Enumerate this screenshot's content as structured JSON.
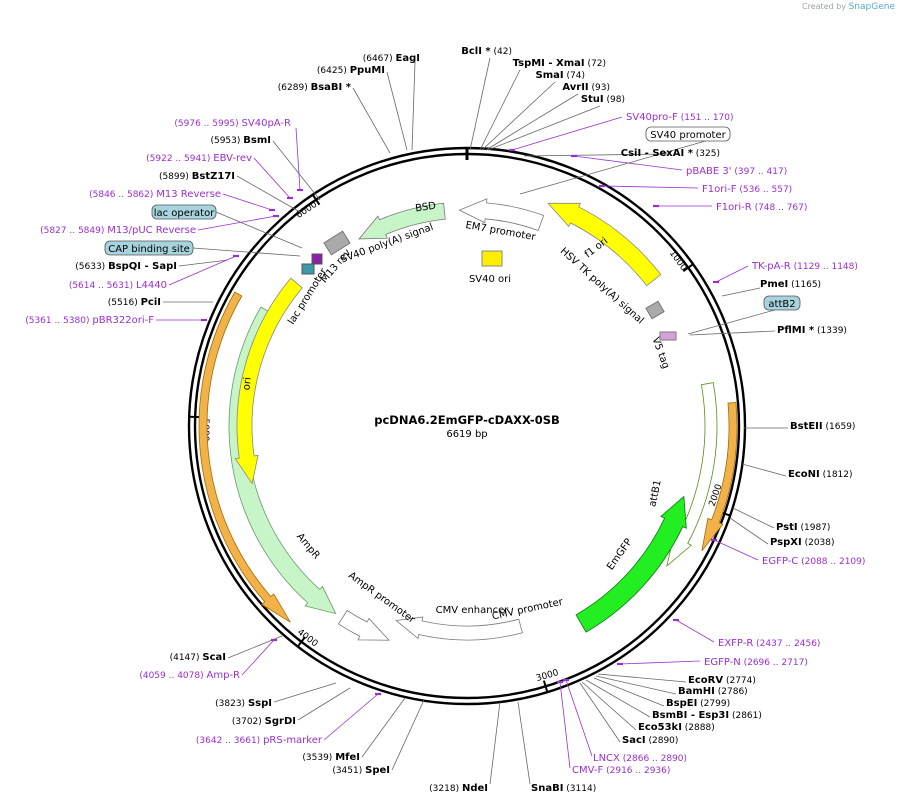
{
  "credit": {
    "prefix": "Created by",
    "brand": "SnapGene"
  },
  "plasmid": {
    "name": "pcDNA6.2EmGFP-cDAXX-0SB",
    "length_label": "6619 bp"
  },
  "ticks": [
    {
      "label": "1000"
    },
    {
      "label": "2000"
    },
    {
      "label": "3000"
    },
    {
      "label": "4000"
    },
    {
      "label": "5000"
    },
    {
      "label": "6000"
    }
  ],
  "enzymes": [
    {
      "name": "BclI *",
      "pos": "(42)"
    },
    {
      "name": "TspMI",
      "extra": "XmaI",
      "pos": "(72)"
    },
    {
      "name": "SmaI",
      "pos": "(74)"
    },
    {
      "name": "AvrII",
      "pos": "(93)"
    },
    {
      "name": "StuI",
      "pos": "(98)"
    },
    {
      "name": "CsiI",
      "extra": "SexAI *",
      "pos": "(325)"
    },
    {
      "name": "PmeI",
      "pos": "(1165)"
    },
    {
      "name": "PflMI *",
      "pos": "(1339)"
    },
    {
      "name": "BstEII",
      "pos": "(1659)"
    },
    {
      "name": "EcoNI",
      "pos": "(1812)"
    },
    {
      "name": "PstI",
      "pos": "(1987)"
    },
    {
      "name": "PspXI",
      "pos": "(2038)"
    },
    {
      "name": "EcoRV",
      "pos": "(2774)"
    },
    {
      "name": "BamHI",
      "pos": "(2786)"
    },
    {
      "name": "BspEI",
      "pos": "(2799)"
    },
    {
      "name": "BsmBI",
      "extra": "Esp3I",
      "pos": "(2861)"
    },
    {
      "name": "Eco53kI",
      "pos": "(2888)"
    },
    {
      "name": "SacI",
      "pos": "(2890)"
    },
    {
      "name": "SnaBI",
      "pos": "(3114)"
    },
    {
      "name": "NdeI",
      "pos": "(3218)"
    },
    {
      "name": "SpeI",
      "pos": "(3451)"
    },
    {
      "name": "MfeI",
      "pos": "(3539)"
    },
    {
      "name": "SgrDI",
      "pos": "(3702)"
    },
    {
      "name": "SspI",
      "pos": "(3823)"
    },
    {
      "name": "ScaI",
      "pos": "(4147)"
    },
    {
      "name": "PciI",
      "pos": "(5516)"
    },
    {
      "name": "BspQI",
      "extra": "SapI",
      "pos": "(5633)"
    },
    {
      "name": "BstZ17I",
      "pos": "(5899)"
    },
    {
      "name": "BsmI",
      "pos": "(5953)"
    },
    {
      "name": "BsaBI *",
      "pos": "(6289)"
    },
    {
      "name": "PpuMI",
      "pos": "(6425)"
    },
    {
      "name": "EagI",
      "pos": "(6467)"
    }
  ],
  "primers": [
    {
      "name": "SV40pro-F",
      "range": "(151 .. 170)"
    },
    {
      "name": "pBABE 3'",
      "range": "(397 .. 417)"
    },
    {
      "name": "F1ori-F",
      "range": "(536 .. 557)"
    },
    {
      "name": "F1ori-R",
      "range": "(748 .. 767)"
    },
    {
      "name": "TK-pA-R",
      "range": "(1129 .. 1148)"
    },
    {
      "name": "EGFP-C",
      "range": "(2088 .. 2109)"
    },
    {
      "name": "EXFP-R",
      "range": "(2437 .. 2456)"
    },
    {
      "name": "EGFP-N",
      "range": "(2696 .. 2717)"
    },
    {
      "name": "LNCX",
      "range": "(2866 .. 2890)"
    },
    {
      "name": "CMV-F",
      "range": "(2916 .. 2936)"
    },
    {
      "name": "pRS-marker",
      "range": "(3642 .. 3661)"
    },
    {
      "name": "Amp-R",
      "range": "(4059 .. 4078)"
    },
    {
      "name": "pBR322ori-F",
      "range": "(5361 .. 5380)"
    },
    {
      "name": "L4440",
      "range": "(5614 .. 5631)"
    },
    {
      "name": "M13/pUC Reverse",
      "range": "(5827 .. 5849)"
    },
    {
      "name": "M13 Reverse",
      "range": "(5846 .. 5862)"
    },
    {
      "name": "EBV-rev",
      "range": "(5922 .. 5941)"
    },
    {
      "name": "SV40pA-R",
      "range": "(5976 .. 5995)"
    }
  ],
  "boxed_features": [
    {
      "name": "SV40 promoter"
    },
    {
      "name": "attB2"
    },
    {
      "name": "lac operator"
    },
    {
      "name": "CAP binding site"
    }
  ],
  "features": [
    {
      "name": "f1 ori"
    },
    {
      "name": "HSV TK poly(A) signal"
    },
    {
      "name": "EM7 promoter"
    },
    {
      "name": "BSD"
    },
    {
      "name": "SV40 poly(A) signal"
    },
    {
      "name": "SV40 ori"
    },
    {
      "name": "V5 tag"
    },
    {
      "name": "attB1"
    },
    {
      "name": "EmGFP"
    },
    {
      "name": "CMV enhancer"
    },
    {
      "name": "CMV promoter"
    },
    {
      "name": "AmpR promoter"
    },
    {
      "name": "AmpR"
    },
    {
      "name": "ori"
    },
    {
      "name": "lac promoter"
    },
    {
      "name": "M13 rev"
    }
  ],
  "colors": {
    "enzyme_text": "#000000",
    "primer": "#9a2fd0",
    "backbone": "#000000",
    "ori_fill": "#ffff00",
    "gfp_fill": "#22ee22",
    "resistance_fill": "#c8f5c8",
    "promoter_fill": "#ffffff",
    "box_fill": "#a7d3de",
    "orf_fill": "#f2b24a"
  }
}
